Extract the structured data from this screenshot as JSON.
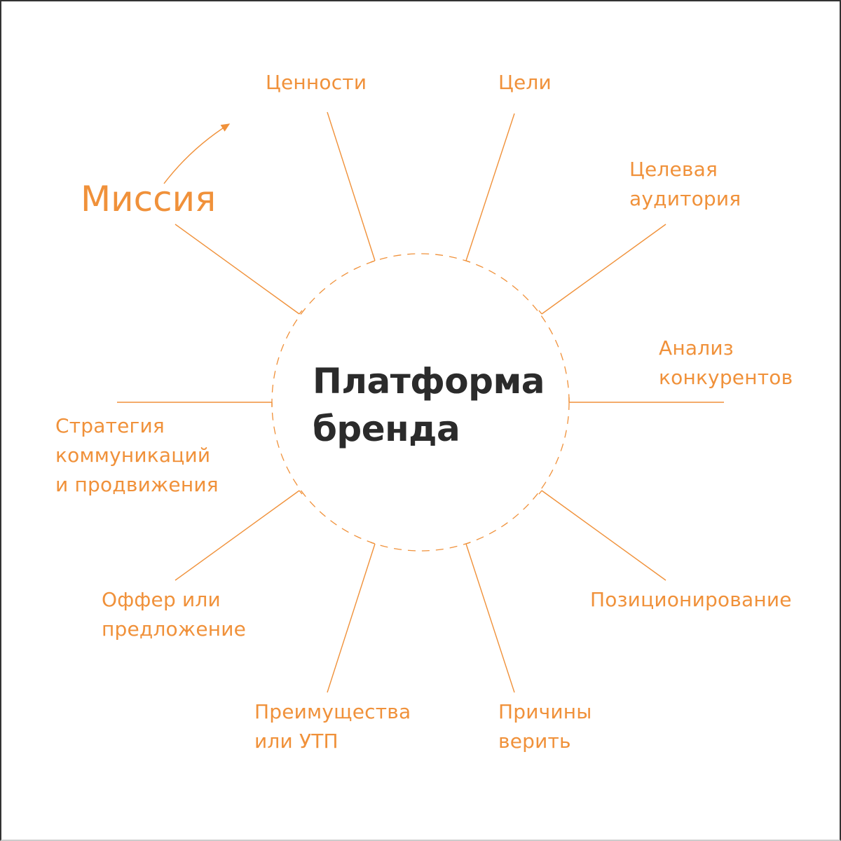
{
  "colors": {
    "accent": "#f0913a",
    "title": "#2b2b2b",
    "background": "#ffffff"
  },
  "center": {
    "title": "Платформа\nбренда"
  },
  "mission": {
    "label": "Миссия",
    "icon": "curved-arrow-icon"
  },
  "nodes": [
    {
      "id": "values",
      "label": "Ценности"
    },
    {
      "id": "goals",
      "label": "Цели"
    },
    {
      "id": "target-audience",
      "label": "Целевая\nаудитория"
    },
    {
      "id": "competitor-analysis",
      "label": "Анализ\nконкурентов"
    },
    {
      "id": "positioning",
      "label": "Позиционирование"
    },
    {
      "id": "reasons-to-believe",
      "label": "Причины\nверить"
    },
    {
      "id": "advantages",
      "label": "Преимущества\nили УТП"
    },
    {
      "id": "offer",
      "label": "Оффер или\nпредложение"
    },
    {
      "id": "communication-strategy",
      "label": "Стратегия\nкоммуникаций\nи продвижения"
    }
  ]
}
